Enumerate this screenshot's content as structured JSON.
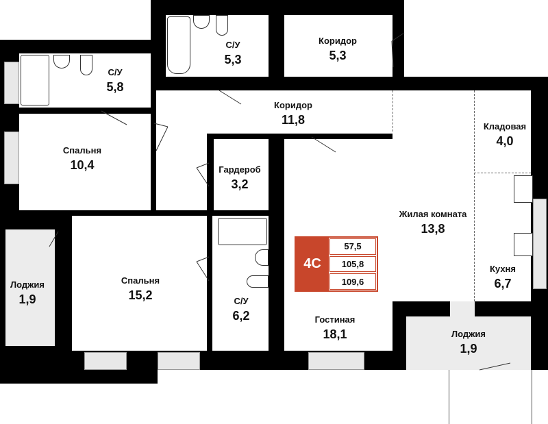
{
  "rooms": [
    {
      "name": "С/У",
      "area": "5,8"
    },
    {
      "name": "С/У",
      "area": "5,3"
    },
    {
      "name": "Коридор",
      "area": "5,3"
    },
    {
      "name": "Коридор",
      "area": "11,8"
    },
    {
      "name": "Спальня",
      "area": "10,4"
    },
    {
      "name": "Гардероб",
      "area": "3,2"
    },
    {
      "name": "Кладовая",
      "area": "4,0"
    },
    {
      "name": "Жилая комната",
      "area": "13,8"
    },
    {
      "name": "Лоджия",
      "area": "1,9"
    },
    {
      "name": "Спальня",
      "area": "15,2"
    },
    {
      "name": "С/У",
      "area": "6,2"
    },
    {
      "name": "Гостиная",
      "area": "18,1"
    },
    {
      "name": "Кухня",
      "area": "6,7"
    },
    {
      "name": "Лоджия",
      "area": "1,9"
    }
  ],
  "badge": {
    "code": "4С",
    "living_area": "57,5",
    "total_area": "105,8",
    "total_with_loggia": "109,6",
    "color": "#c8462b"
  }
}
